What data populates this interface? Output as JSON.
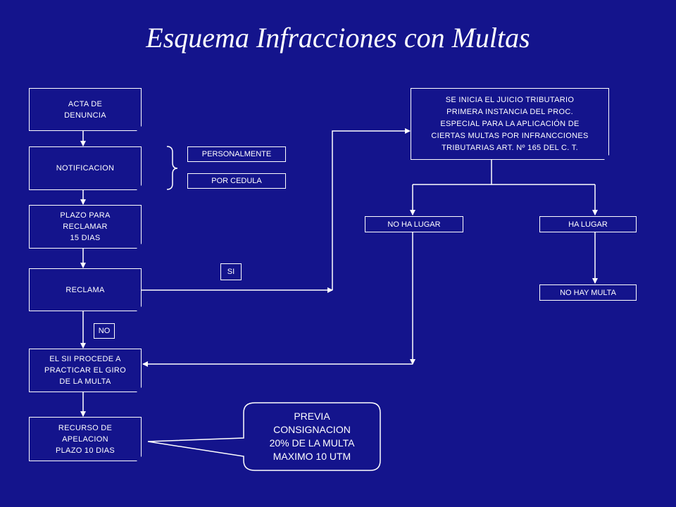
{
  "title": "Esquema Infracciones con Multas",
  "colors": {
    "background": "#14148c",
    "foreground": "#ffffff"
  },
  "nodes": {
    "acta": "ACTA DE\nDENUNCIA",
    "notificacion": "NOTIFICACION",
    "personalmente": "PERSONALMENTE",
    "por_cedula": "POR CEDULA",
    "plazo": "PLAZO PARA\nRECLAMAR\n15 DIAS",
    "reclama": "RECLAMA",
    "si": "SI",
    "no": "NO",
    "giro": "EL SII PROCEDE A\nPRACTICAR EL GIRO\nDE LA MULTA",
    "recurso": "RECURSO DE\nAPELACION\nPLAZO 10 DIAS",
    "juicio": "SE INICIA EL JUICIO TRIBUTARIO\nPRIMERA INSTANCIA DEL PROC.\nESPECIAL PARA LA APLICACIÓN DE\nCIERTAS MULTAS POR INFRANCCIONES\nTRIBUTARIAS ART. Nº 165 DEL C. T.",
    "no_ha_lugar": "NO HA LUGAR",
    "ha_lugar": "HA LUGAR",
    "no_hay_multa": "NO HAY MULTA"
  },
  "callout": "PREVIA\nCONSIGNACION\n20% DE LA MULTA\nMAXIMO 10 UTM"
}
